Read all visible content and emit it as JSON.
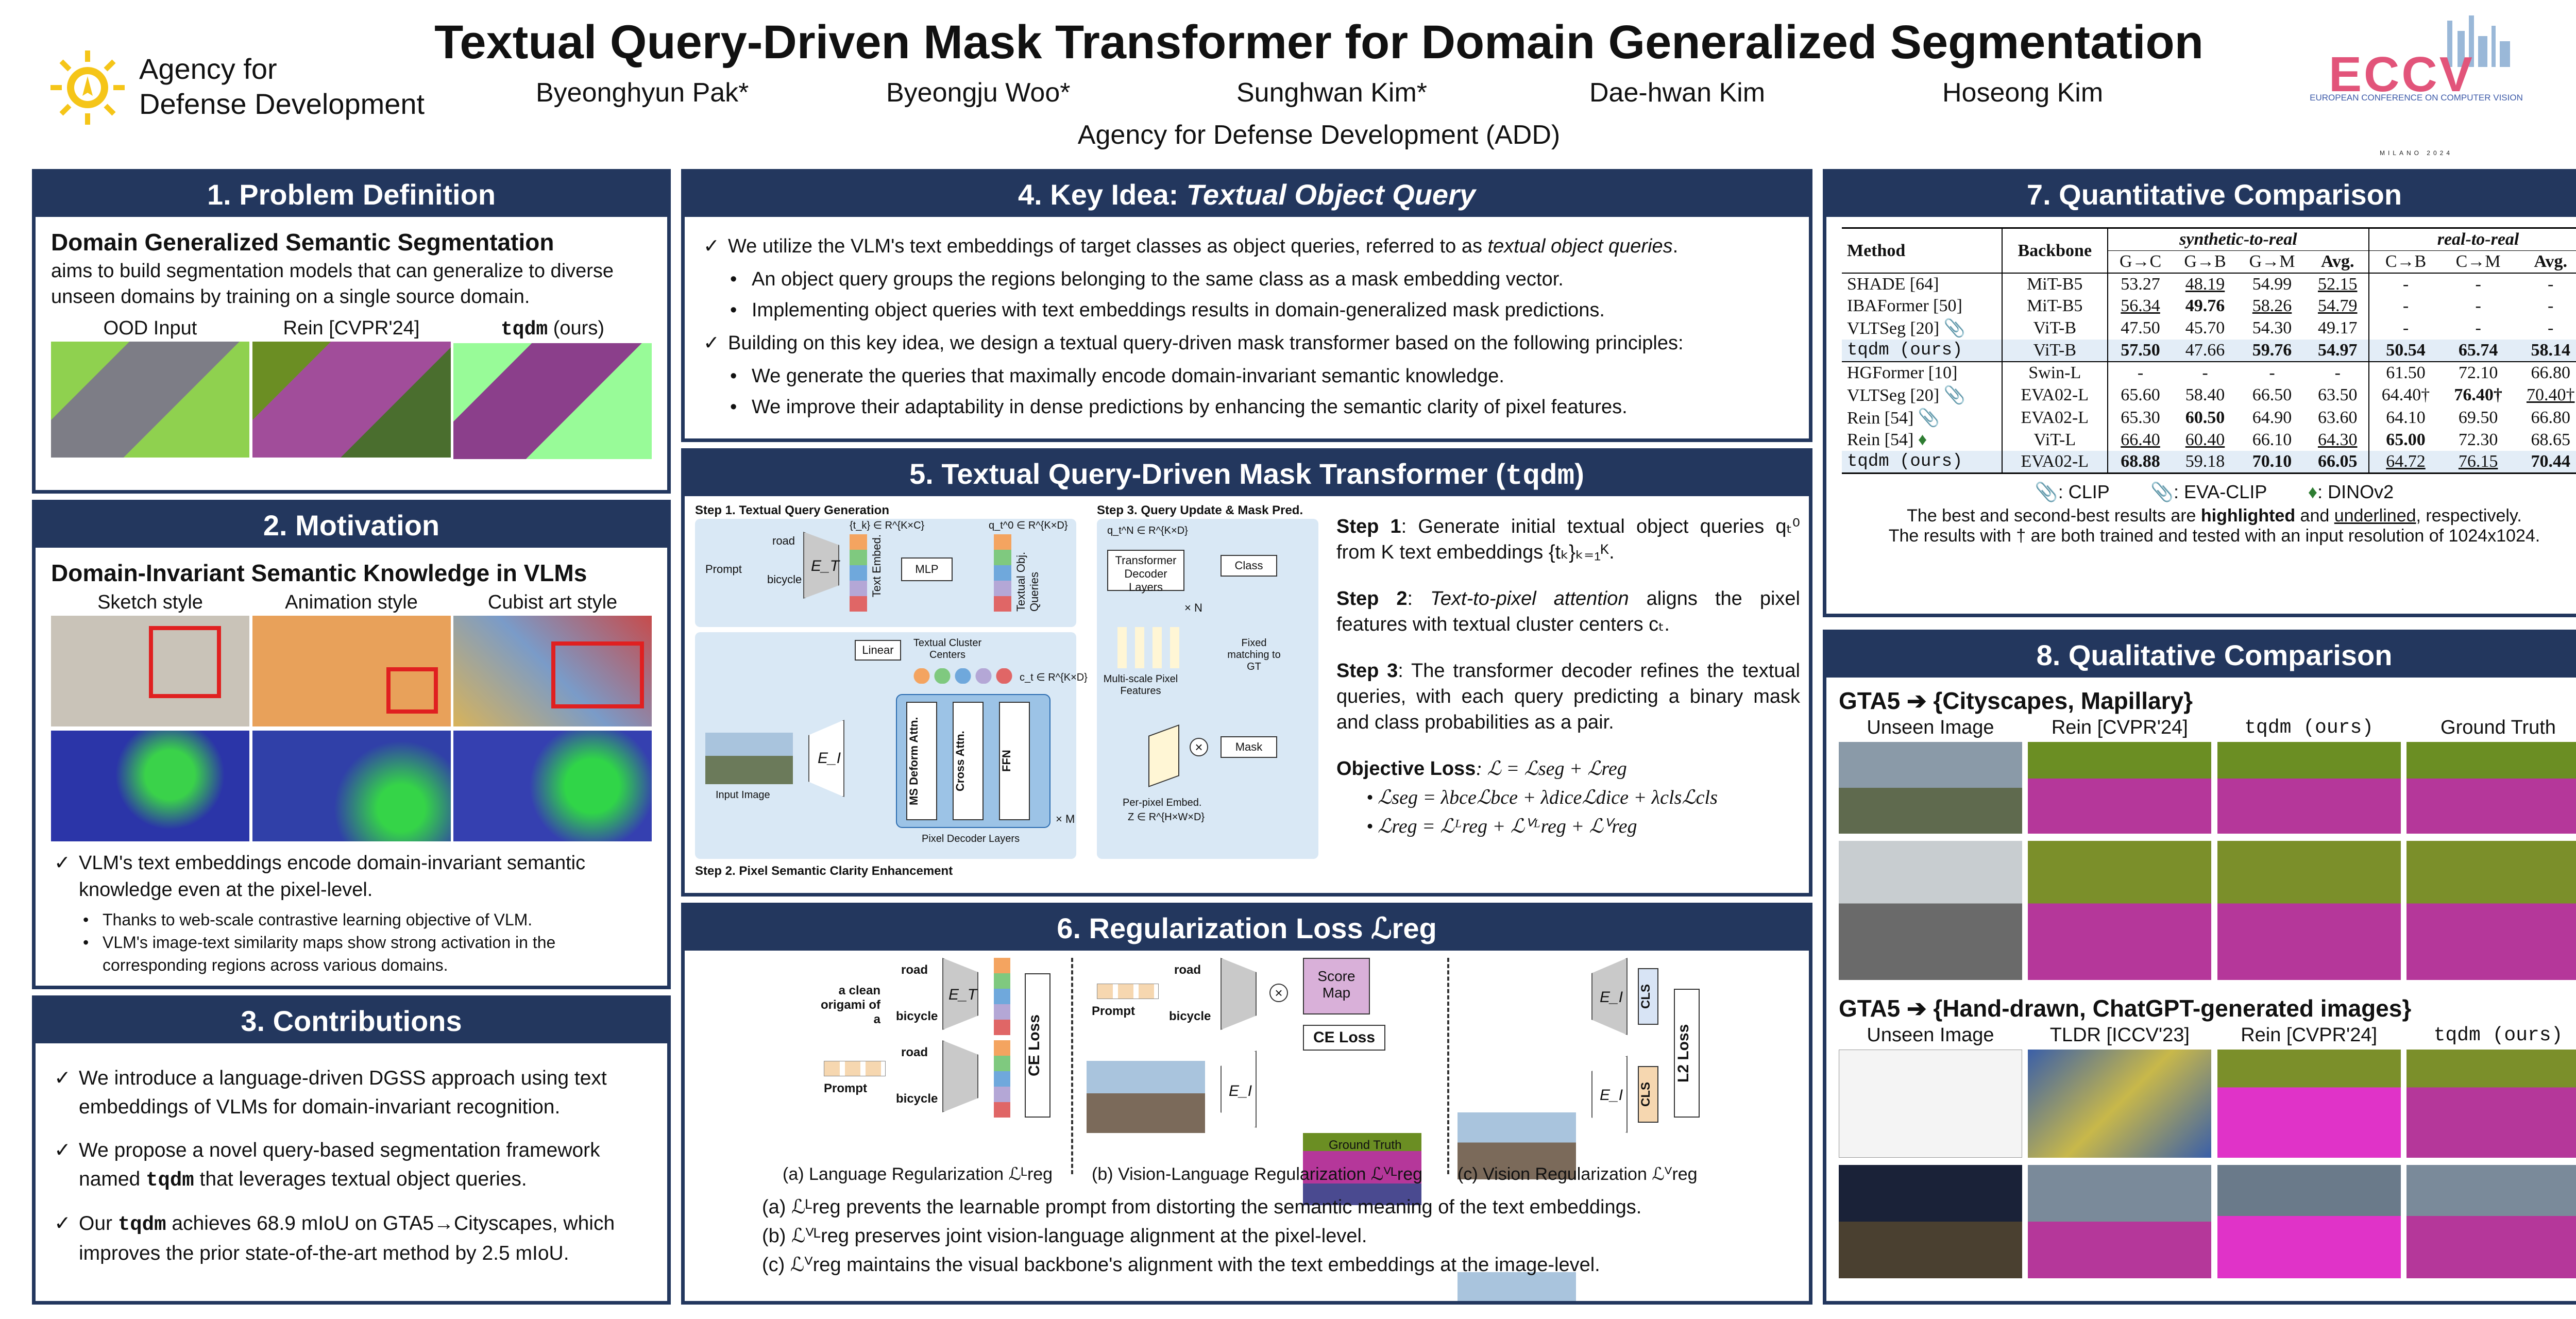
{
  "header": {
    "title": "Textual Query-Driven Mask Transformer for Domain Generalized Segmentation",
    "authors": [
      "Byeonghyun Pak*",
      "Byeongju Woo*",
      "Sunghwan Kim*",
      "Dae-hwan Kim",
      "Hoseong Kim"
    ],
    "affiliation": "Agency for Defense Development (ADD)",
    "agency_line1": "Agency for",
    "agency_line2": "Defense Development",
    "eccv_logo_text": "ECCV",
    "eccv_full": "EUROPEAN CONFERENCE ON COMPUTER VISION",
    "eccv_city": "MILANO 2024"
  },
  "p1": {
    "title": "1. Problem Definition",
    "heading": "Domain Generalized Semantic Segmentation",
    "text": "aims to build segmentation models that can generalize to diverse unseen domains by training on a single source domain.",
    "labels": [
      "OOD Input",
      "Rein [CVPR'24]"
    ],
    "ours_name": "tqdm",
    "ours_suffix": " (ours)"
  },
  "p2": {
    "title": "2. Motivation",
    "heading": "Domain-Invariant Semantic Knowledge in VLMs",
    "styles": [
      "Sketch style",
      "Animation style",
      "Cubist art style"
    ],
    "point": "VLM's text embeddings encode domain-invariant semantic knowledge even at the pixel-level.",
    "sub": [
      "Thanks to web-scale contrastive learning objective of VLM.",
      "VLM's image-text similarity maps show strong activation in the corresponding regions across various domains."
    ]
  },
  "p3": {
    "title": "3. Contributions",
    "c1": "We introduce a language-driven DGSS approach using text embeddings of VLMs for domain-invariant recognition.",
    "c2a": "We propose a novel query-based segmentation framework named ",
    "c2b": " that leverages textual object queries.",
    "c3a": "Our ",
    "c3b": " achieves 68.9 mIoU on GTA5→Cityscapes, which improves the prior state-of-the-art method by 2.5 mIoU."
  },
  "p4": {
    "title_a": "4. Key Idea: ",
    "title_b": "Textual Object Query",
    "l1a": "We utilize the VLM's text embeddings of target classes as object queries, referred to as ",
    "l1b": "textual object queries",
    "l1c": ".",
    "b1": "An object query groups the regions belonging to the same class as a mask embedding vector.",
    "b2": "Implementing object queries with text embeddings results in domain-generalized mask predictions.",
    "l2": "Building on this key idea, we design a textual query-driven mask transformer based on the following principles:",
    "b3": "We generate the queries that maximally encode domain-invariant semantic knowledge.",
    "b4": "We improve their adaptability in dense predictions by enhancing the semantic clarity of pixel features."
  },
  "p5": {
    "title_a": "5. Textual Query-Driven Mask Transformer (",
    "title_b": "tqdm",
    "title_c": ")",
    "step1_label": "Step 1. Textual Query Generation",
    "step2_label": "Step 2. Pixel Semantic Clarity Enhancement",
    "step3_label": "Step 3. Query Update & Mask Pred.",
    "d_prompt": "Prompt",
    "d_road": "road",
    "d_bicycle": "bicycle",
    "d_ET": "E_T",
    "d_EI": "E_I",
    "d_textemb": "Text Embed.",
    "d_mlp": "MLP",
    "d_textobj": "Textual Obj. Queries",
    "d_linear": "Linear",
    "d_centers": "Textual Cluster Centers",
    "d_msdeform": "MS Deform Attn.",
    "d_cross": "Cross Attn.",
    "d_ffn": "FFN",
    "d_pixdec": "Pixel Decoder Layers",
    "d_xm": "× M",
    "d_input": "Input Image",
    "d_tdl": "Transformer Decoder Layers",
    "d_xn": "× N",
    "d_class": "Class",
    "d_mask": "Mask",
    "d_fixed": "Fixed matching to GT",
    "d_multiscale": "Multi-scale Pixel Features",
    "d_perpix": "Per-pixel Embed.",
    "d_tk": "{t_k} ∈ R^{K×C}",
    "d_q0": "q_t^0 ∈ R^{K×D}",
    "d_qn": "q_t^N ∈ R^{K×D}",
    "d_ct": "c_t ∈ R^{K×D}",
    "d_Z": "Z ∈ R^{H×W×D}",
    "s1_b": "Step 1",
    "s1_t": ": Generate initial textual object queries qₜ⁰ from K text embeddings {tₖ}ₖ₌₁ᴷ.",
    "s2_b": "Step 2",
    "s2_i": "Text-to-pixel attention",
    "s2_t": " aligns the pixel features with textual cluster centers cₜ.",
    "s3_b": "Step 3",
    "s3_t": ": The transformer decoder refines the textual queries, with each query predicting a binary mask and class probabilities as a pair.",
    "obj_b": "Objective Loss",
    "obj_t": ": ℒ = ℒseg + ℒreg",
    "f1": "ℒseg = λbceℒbce + λdiceℒdice + λclsℒcls",
    "f2": "ℒreg = ℒᴸreg + ℒⱽᴸreg + ℒⱽreg"
  },
  "p6": {
    "title": "6. Regularization Loss ℒreg",
    "r_clean": "a clean origami of a",
    "r_road": "road",
    "r_bicycle": "bicycle",
    "r_prompt": "Prompt",
    "r_ce": "CE Loss",
    "r_score": "Score Map",
    "r_l2": "L2 Loss",
    "r_cls": "CLS",
    "r_gt": "Ground Truth",
    "r_ET": "E_T",
    "r_EI": "E_I",
    "cap_a": "(a) Language Regularization ℒᴸreg",
    "cap_b": "(b) Vision-Language Regularization ℒⱽᴸreg",
    "cap_c": "(c) Vision Regularization ℒⱽreg",
    "la": "(a)  ℒᴸreg prevents the learnable prompt from distorting the semantic meaning of the text embeddings.",
    "lb": "(b)  ℒⱽᴸreg preserves joint vision-language alignment at the pixel-level.",
    "lc": "(c)  ℒⱽreg maintains the visual backbone's alignment with the text embeddings at the image-level."
  },
  "p7": {
    "title": "7. Quantitative Comparison",
    "col_method": "Method",
    "col_backbone": "Backbone",
    "grp_syn": "synthetic-to-real",
    "grp_real": "real-to-real",
    "cols": [
      "G→C",
      "G→B",
      "G→M",
      "Avg.",
      "C→B",
      "C→M",
      "Avg."
    ],
    "rows": [
      [
        "SHADE [64]",
        "MiT-B5",
        "53.27",
        "48.19",
        "54.99",
        "52.15",
        "-",
        "-",
        "-"
      ],
      [
        "IBAFormer [50]",
        "MiT-B5",
        "56.34",
        "49.76",
        "58.26",
        "54.79",
        "-",
        "-",
        "-"
      ],
      [
        "VLTSeg [20]",
        "ViT-B",
        "47.50",
        "45.70",
        "54.30",
        "49.17",
        "-",
        "-",
        "-"
      ],
      [
        "tqdm (ours)",
        "ViT-B",
        "57.50",
        "47.66",
        "59.76",
        "54.97",
        "50.54",
        "65.74",
        "58.14"
      ],
      [
        "HGFormer [10]",
        "Swin-L",
        "-",
        "-",
        "-",
        "-",
        "61.50",
        "72.10",
        "66.80"
      ],
      [
        "VLTSeg [20]",
        "EVA02-L",
        "65.60",
        "58.40",
        "66.50",
        "63.50",
        "64.40†",
        "76.40†",
        "70.40†"
      ],
      [
        "Rein [54]",
        "EVA02-L",
        "65.30",
        "60.50",
        "64.90",
        "63.60",
        "64.10",
        "69.50",
        "66.80"
      ],
      [
        "Rein [54]",
        "ViT-L",
        "66.40",
        "60.40",
        "66.10",
        "64.30",
        "65.00",
        "72.30",
        "68.65"
      ],
      [
        "tqdm (ours)",
        "EVA02-L",
        "68.88",
        "59.18",
        "70.10",
        "66.05",
        "64.72",
        "76.15",
        "70.44"
      ]
    ],
    "legend": [
      ": CLIP",
      ": EVA-CLIP",
      ": DINOv2"
    ],
    "note1a": "The best and second-best results are ",
    "note1b": "highlighted",
    "note1c": " and ",
    "note1d": "underlined",
    "note1e": ", respectively.",
    "note2": "The results with † are both trained and tested with an input resolution of 1024x1024."
  },
  "p8": {
    "title": "8. Qualitative Comparison",
    "h1": "GTA5 ➔ {Cityscapes, Mapillary}",
    "labels1": [
      "Unseen Image",
      "Rein [CVPR'24]",
      "tqdm (ours)",
      "Ground Truth"
    ],
    "h2": "GTA5 ➔ {Hand-drawn, ChatGPT-generated images}",
    "labels2": [
      "Unseen Image",
      "TLDR [ICCV'23]",
      "Rein [CVPR'24]",
      "tqdm (ours)"
    ]
  },
  "colors": {
    "navy": "#23375e",
    "highlight": "#e3edf7",
    "diagram_bg": "#d9e8f5"
  }
}
